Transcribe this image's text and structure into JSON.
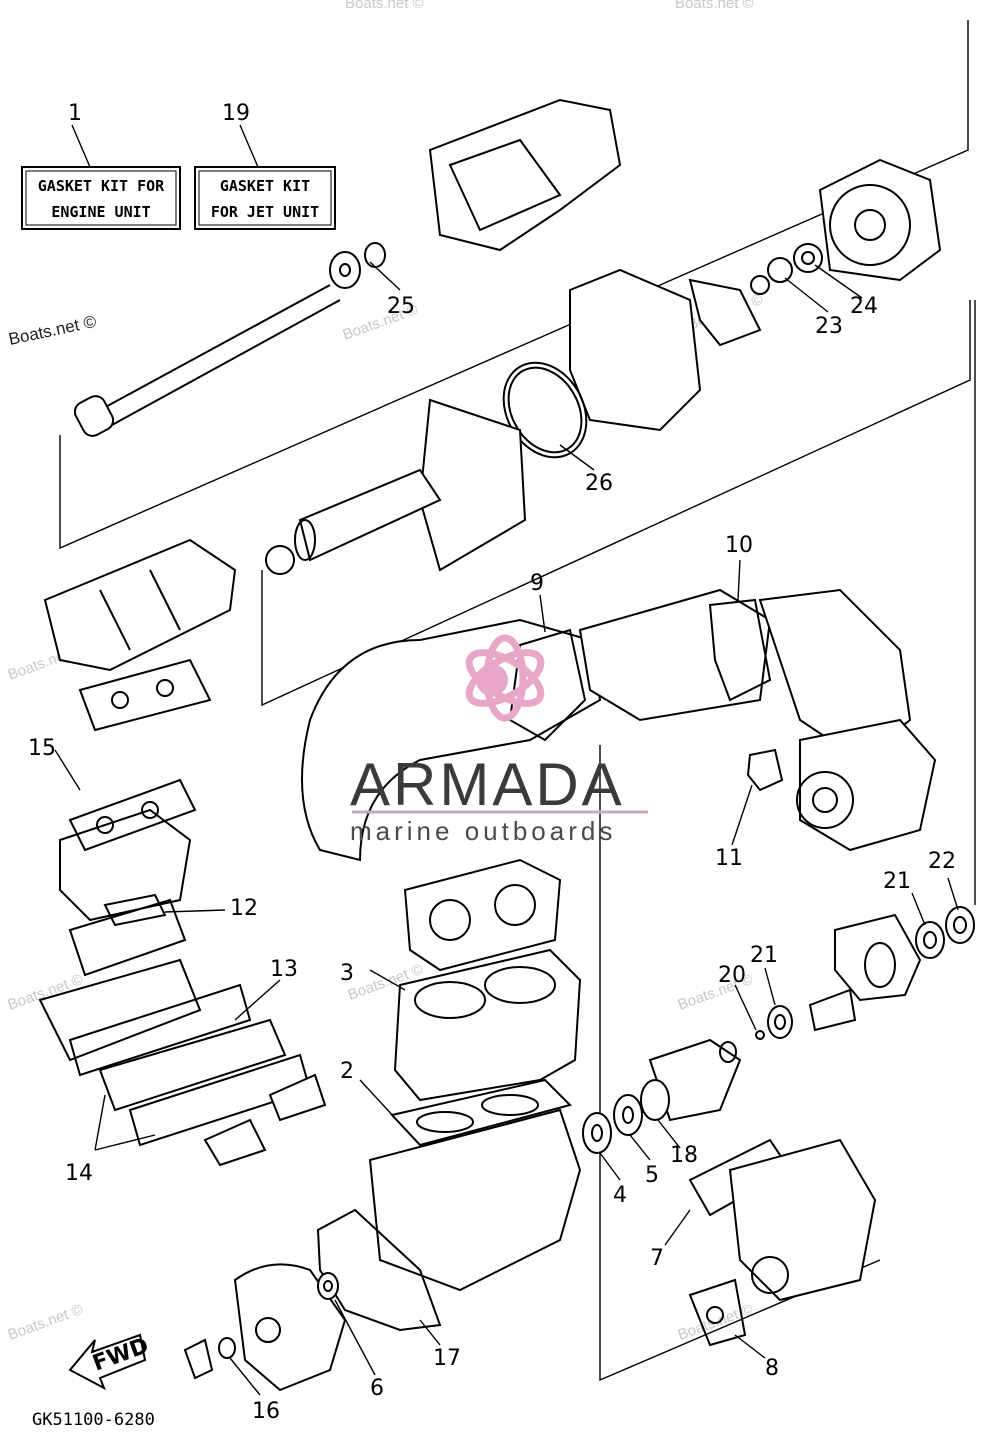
{
  "kits": [
    {
      "number": "1",
      "line1": "GASKET KIT FOR",
      "line2": "ENGINE UNIT"
    },
    {
      "number": "19",
      "line1": "GASKET KIT",
      "line2": "FOR JET UNIT"
    }
  ],
  "callouts": [
    "25",
    "23",
    "24",
    "26",
    "10",
    "9",
    "15",
    "12",
    "13",
    "3",
    "2",
    "14",
    "11",
    "22",
    "21",
    "21",
    "20",
    "18",
    "5",
    "4",
    "7",
    "6",
    "17",
    "16",
    "8"
  ],
  "watermark": {
    "text": "Boats.net ©"
  },
  "logo": {
    "name": "ARMADA",
    "tagline": "marine outboards",
    "accent_color": "#e8a6c8"
  },
  "direction_arrow": "FWD",
  "diagram_code": "GK51100-6280"
}
